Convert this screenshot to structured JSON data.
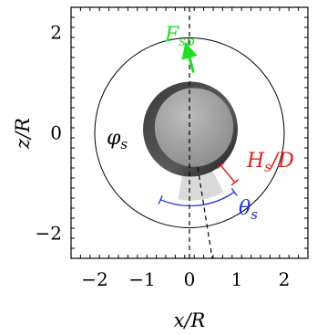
{
  "axes": {
    "xlabel": "x/R",
    "ylabel": "z/R",
    "xlim": [
      -2.5,
      2.5
    ],
    "ylim": [
      -2.5,
      2.5
    ],
    "x_ticks": [
      {
        "value": -2,
        "label": "−2"
      },
      {
        "value": -1,
        "label": "−1"
      },
      {
        "value": 0,
        "label": "0"
      },
      {
        "value": 1,
        "label": "1"
      },
      {
        "value": 2,
        "label": "2"
      }
    ],
    "y_ticks": [
      {
        "value": 2,
        "label": "2"
      },
      {
        "value": 0,
        "label": "0"
      },
      {
        "value": -2,
        "label": "−2"
      }
    ],
    "minor_tick_step": 0.2
  },
  "annotations": {
    "spring_force": {
      "main": "F",
      "sub": "sp",
      "color": "#22dd22"
    },
    "outer_angle": {
      "main": "φ",
      "sub": "s",
      "color": "#000000"
    },
    "gap_ratio": {
      "main": "H",
      "sub": "s",
      "suffix": "/D",
      "color": "#e02020"
    },
    "sector_angle": {
      "main": "θ",
      "sub": "s",
      "color": "#1f2fd0"
    }
  },
  "geometry": {
    "outer_circle_radius": 2,
    "particle_radius": 1,
    "particle_center": [
      0,
      0
    ],
    "sector_inner_radius": 1,
    "sector_outer_radius": 1.5
  }
}
